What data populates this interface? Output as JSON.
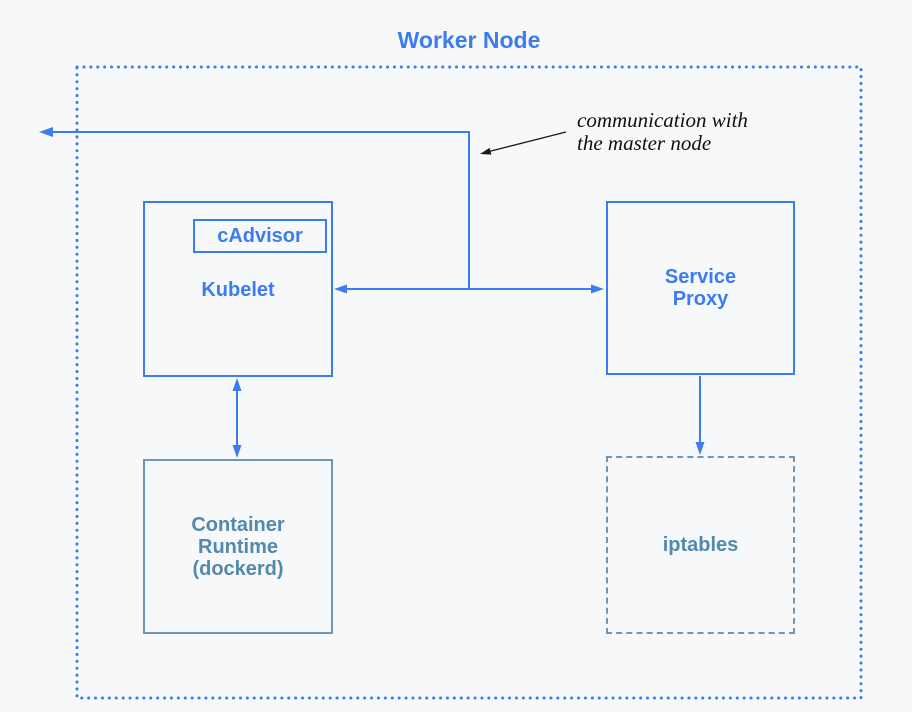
{
  "title": "Worker Node",
  "nodes": {
    "kubelet": {
      "label": "Kubelet"
    },
    "cadvisor": {
      "label": "cAdvisor"
    },
    "service_proxy": {
      "label": "Service\nProxy"
    },
    "container_runtime": {
      "label": "Container\nRuntime\n(dockerd)"
    },
    "iptables": {
      "label": "iptables"
    }
  },
  "annotation": {
    "line1": "communication with",
    "line2": "the master node"
  },
  "edges": [
    {
      "id": "master-communication",
      "from": "kubelet-serviceproxy-link",
      "to": "outside-left (master node)",
      "style": "solid-elbow",
      "arrowheads": [
        "left"
      ],
      "color": "#3b7cf0"
    },
    {
      "id": "kubelet-serviceproxy",
      "from": "kubelet",
      "to": "service_proxy",
      "style": "solid",
      "arrowheads": [
        "left",
        "right"
      ],
      "color": "#3b7cf0"
    },
    {
      "id": "kubelet-containerruntime",
      "from": "kubelet",
      "to": "container_runtime",
      "style": "solid",
      "arrowheads": [
        "up",
        "down"
      ],
      "color": "#3b7cf0"
    },
    {
      "id": "serviceproxy-iptables",
      "from": "service_proxy",
      "to": "iptables",
      "style": "solid",
      "arrowheads": [
        "down"
      ],
      "color": "#3b7cf0"
    },
    {
      "id": "annotation-pointer",
      "from": "annotation-text",
      "to": "master-communication-line",
      "style": "solid",
      "arrowheads": [
        "left"
      ],
      "color": "#1a1a1a"
    }
  ],
  "colors": {
    "primary_blue": "#3b7cf0",
    "muted_blue_border": "#6f96b6",
    "muted_blue_text": "#5289ad",
    "annotation_black": "#1a1a1a",
    "background": "#f7f8f9"
  }
}
